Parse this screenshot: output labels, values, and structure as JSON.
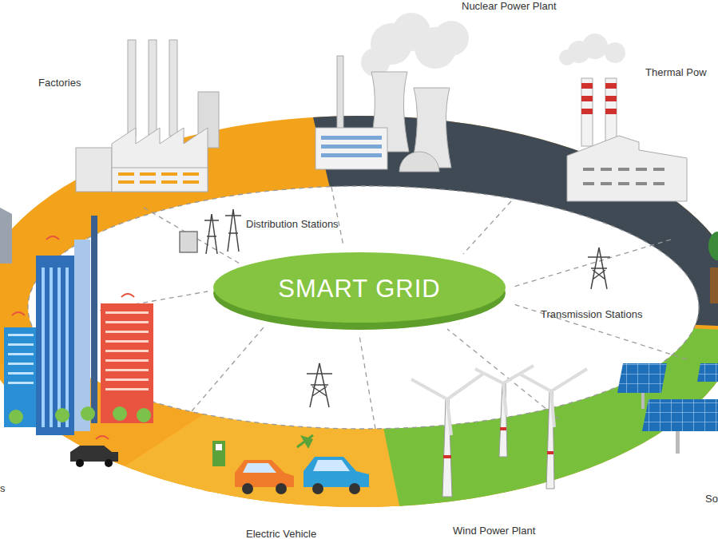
{
  "diagram": {
    "nodes": [
      {
        "text": [
          "SMART GRID"
        ]
      }
    ],
    "labels": [
      "Factories",
      "Nuclear Power Plant",
      "Thermal Pow",
      "Distribution Stations",
      "Transmission Stations",
      "Electric Vehicle",
      "Wind Power Plant",
      "s",
      "So"
    ]
  }
}
